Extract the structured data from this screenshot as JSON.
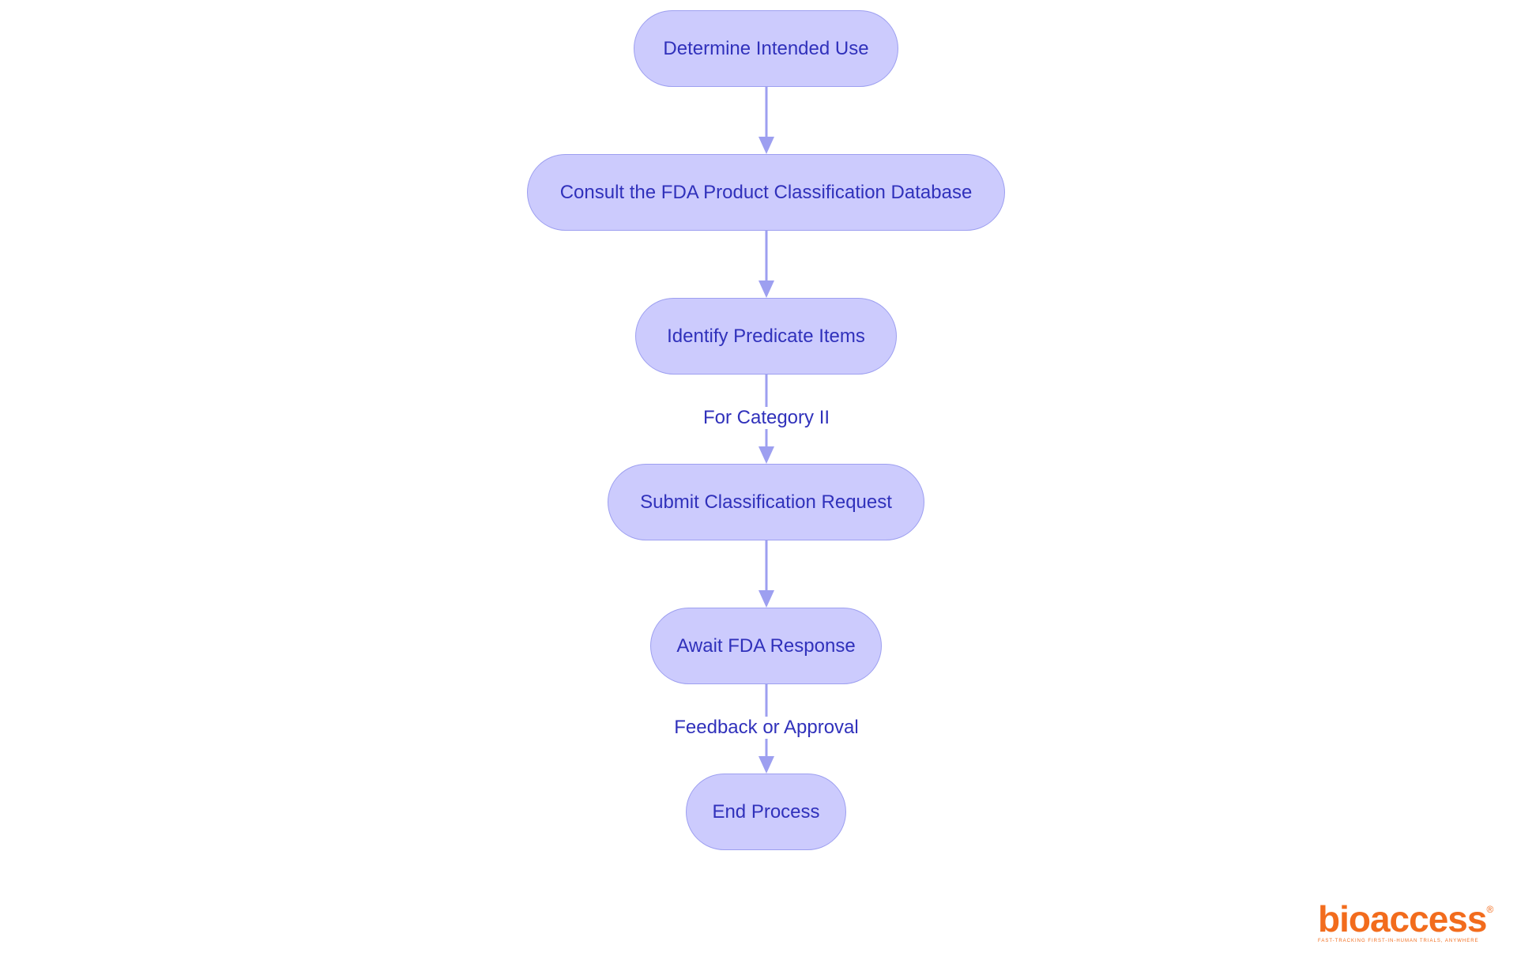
{
  "diagram": {
    "nodes": [
      {
        "id": "n1",
        "label": "Determine Intended Use"
      },
      {
        "id": "n2",
        "label": "Consult the FDA Product Classification Database"
      },
      {
        "id": "n3",
        "label": "Identify Predicate Items"
      },
      {
        "id": "n4",
        "label": "Submit Classification Request"
      },
      {
        "id": "n5",
        "label": "Await FDA Response"
      },
      {
        "id": "n6",
        "label": "End Process"
      }
    ],
    "edges": [
      {
        "from": "n1",
        "to": "n2",
        "label": ""
      },
      {
        "from": "n2",
        "to": "n3",
        "label": ""
      },
      {
        "from": "n3",
        "to": "n4",
        "label": "For Category II"
      },
      {
        "from": "n4",
        "to": "n5",
        "label": ""
      },
      {
        "from": "n5",
        "to": "n6",
        "label": "Feedback or Approval"
      }
    ],
    "colors": {
      "node_fill": "#cccbfd",
      "node_border": "#9d9ff0",
      "text": "#3031bb",
      "edge": "#9d9ff0"
    }
  },
  "logo": {
    "wordmark": "bioaccess",
    "registered": "®",
    "tagline": "FAST-TRACKING FIRST-IN-HUMAN TRIALS, ANYWHERE"
  }
}
